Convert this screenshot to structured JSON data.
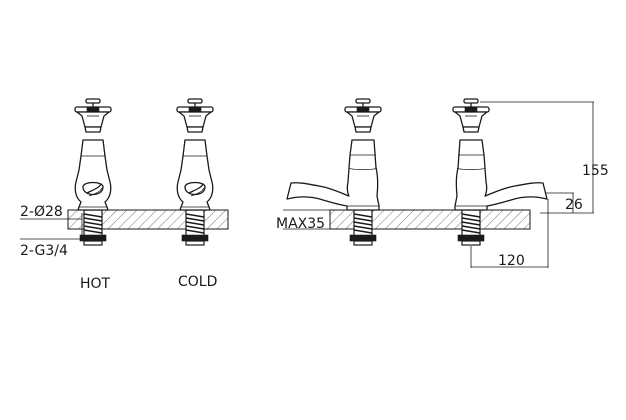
{
  "labels": {
    "hot": "HOT",
    "cold": "COLD",
    "thread_diameter": "2-Ø28",
    "thread_size": "2-G3/4",
    "max_deck": "MAX35"
  },
  "dimensions": {
    "overall_height": "155",
    "spout_height": "26",
    "spout_reach": "120"
  }
}
